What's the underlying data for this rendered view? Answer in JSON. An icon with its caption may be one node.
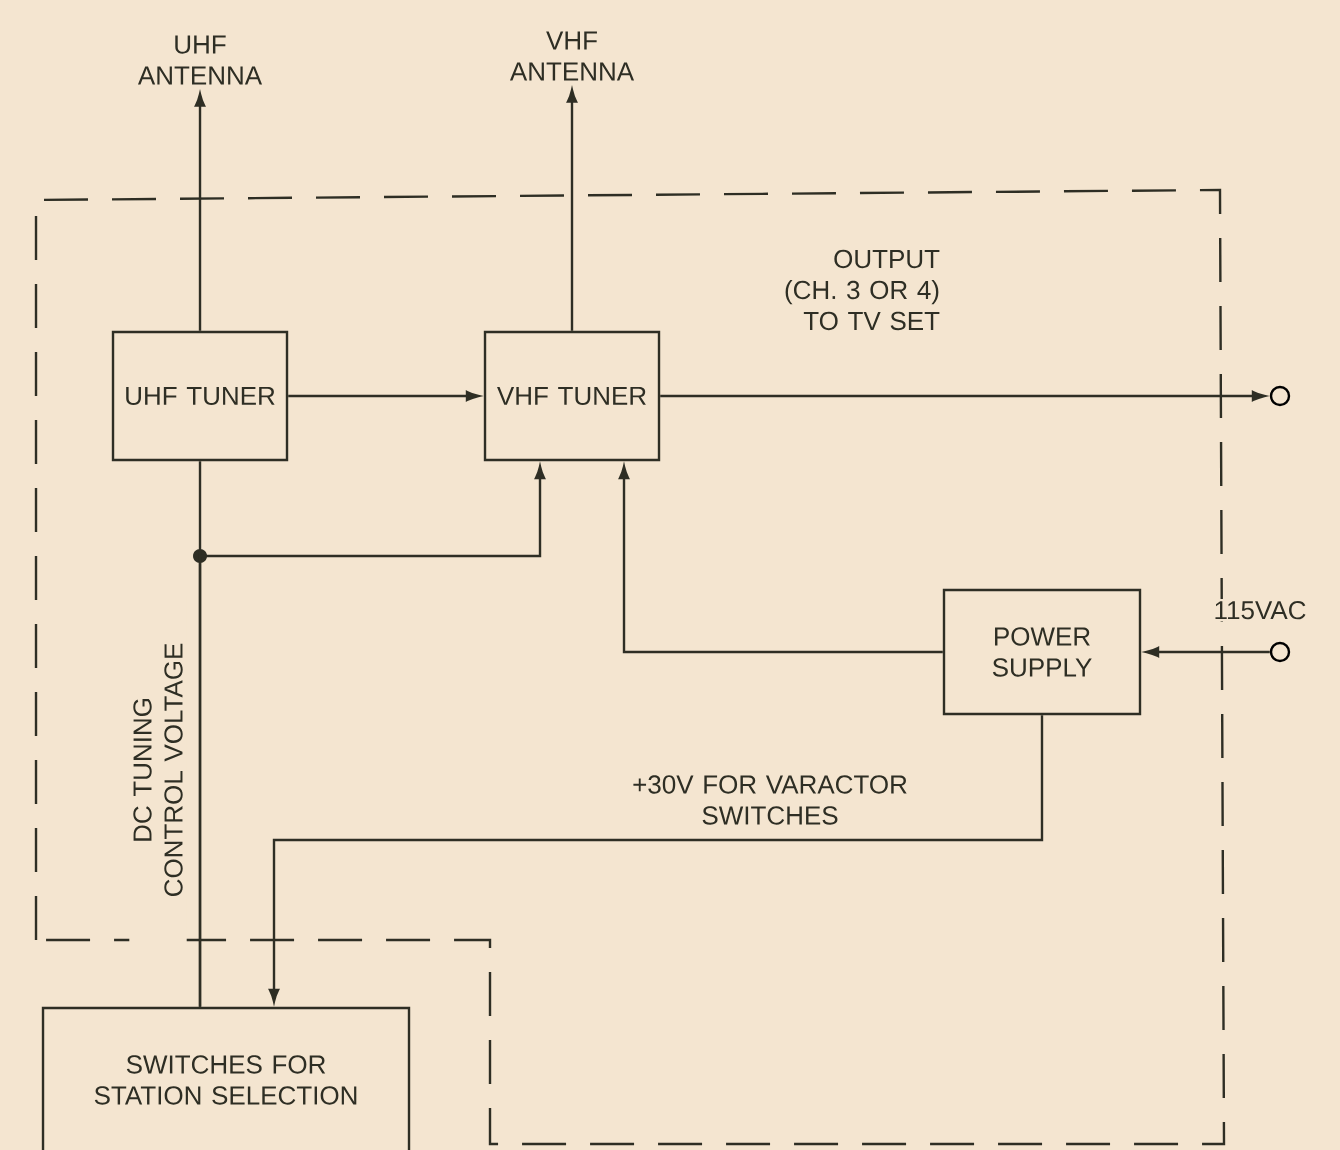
{
  "diagram": {
    "nodes": [
      {
        "text": [
          "UHF ANTENNA"
        ]
      },
      {
        "text": [
          "VHF ANTENNA"
        ]
      },
      {
        "text": [
          "UHF TUNER"
        ]
      },
      {
        "text": [
          "VHF TUNER"
        ]
      },
      {
        "text": [
          "POWER SUPPLY"
        ]
      },
      {
        "text": [
          "SWITCHES FOR STATION SELECTION"
        ]
      },
      {
        "text": [],
        "shape": "circle"
      },
      {
        "text": [],
        "shape": "circle",
        "beside": [
          "115VAC"
        ]
      }
    ],
    "edges": [
      {
        "from": 2,
        "to": 0,
        "arrow": "to"
      },
      {
        "from": 3,
        "to": 1,
        "arrow": "to"
      },
      {
        "from": 2,
        "to": 3,
        "arrow": "to"
      },
      {
        "from": 3,
        "to": 6,
        "arrow": "to",
        "label": "OUTPUT (CH. 3 OR 4) TO TV SET"
      },
      {
        "from": 7,
        "to": 4,
        "arrow": "to"
      },
      {
        "from": 4,
        "to": 3,
        "arrow": "to"
      },
      {
        "from": 4,
        "to": 5,
        "arrow": "to",
        "label": "+30V FOR VARACTOR SWITCHES"
      },
      {
        "from": 5,
        "to": 2,
        "arrow": "none",
        "label": "DC TUNING CONTROL VOLTAGE"
      },
      {
        "from": 5,
        "to": 3,
        "arrow": "to"
      }
    ]
  }
}
